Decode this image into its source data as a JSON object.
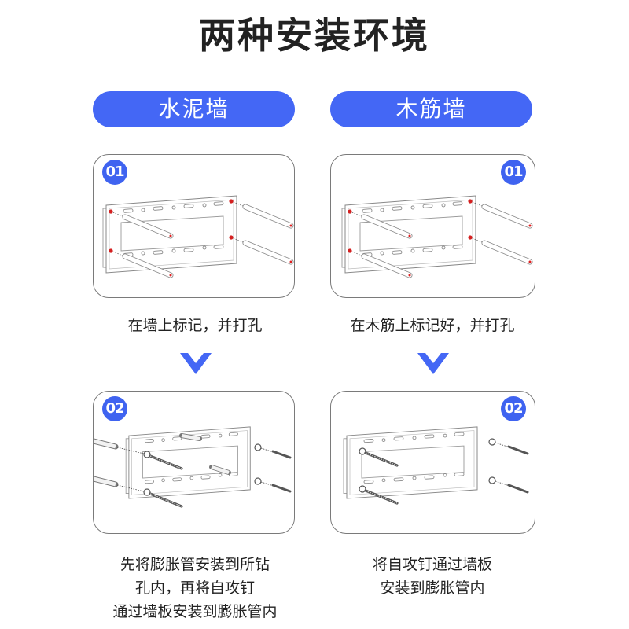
{
  "title": "两种安装环境",
  "columns": [
    {
      "label": "水泥墙",
      "steps": [
        {
          "badge": "01",
          "caption_lines": [
            "在墙上标记，并打孔"
          ]
        },
        {
          "badge": "02",
          "caption_lines": [
            "先将膨胀管安装到所钻",
            "孔内，再将自攻钉",
            "通过墙板安装到膨胀管内"
          ]
        }
      ]
    },
    {
      "label": "木筋墙",
      "steps": [
        {
          "badge": "01",
          "caption_lines": [
            "在木筋上标记好，并打孔"
          ]
        },
        {
          "badge": "02",
          "caption_lines": [
            "将自攻钉通过墙板",
            "安装到膨胀管内"
          ]
        }
      ]
    }
  ],
  "icons": {
    "arrow": "chevron-down-icon",
    "step1": "wall-plate-drill-illustration",
    "step2": "wall-plate-screw-illustration"
  },
  "colors": {
    "accent": "#4467f5",
    "badge": "#3f63f0",
    "panel_border": "#7a7a7a",
    "text": "#222222",
    "marker_red": "#e02020"
  }
}
